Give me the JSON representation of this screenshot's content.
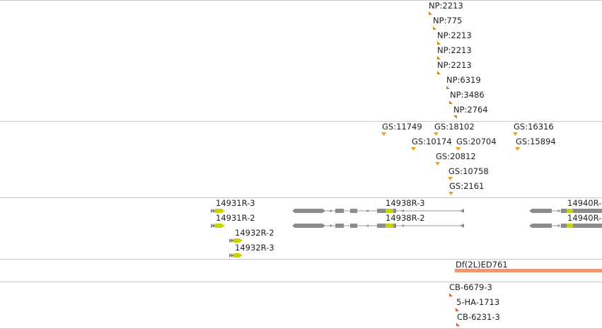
{
  "np_track": {
    "features": [
      {
        "label": "NP:2213"
      },
      {
        "label": "NP:775"
      },
      {
        "label": "NP:2213"
      },
      {
        "label": "NP:2213"
      },
      {
        "label": "NP:2213"
      },
      {
        "label": "NP:6319"
      },
      {
        "label": "NP:3486"
      },
      {
        "label": "NP:2764"
      }
    ],
    "color": "#c8900a"
  },
  "gs_track": {
    "features": [
      {
        "label": "GS:11749"
      },
      {
        "label": "GS:18102"
      },
      {
        "label": "GS:16316"
      },
      {
        "label": "GS:10174"
      },
      {
        "label": "GS:20704"
      },
      {
        "label": "GS:15894"
      },
      {
        "label": "GS:20812"
      },
      {
        "label": "GS:10758"
      },
      {
        "label": "GS:2161"
      }
    ],
    "color": "#f0a020"
  },
  "gene_track": {
    "transcripts": [
      {
        "label": "14931R-3"
      },
      {
        "label": "14931R-2"
      },
      {
        "label": "14932R-2"
      },
      {
        "label": "14932R-3"
      },
      {
        "label": "14938R-3"
      },
      {
        "label": "14938R-2"
      },
      {
        "label": "14940R-"
      },
      {
        "label": "14940R-"
      }
    ],
    "colors": {
      "intron": "#999999",
      "exon": "#8c8c8c",
      "cds": "#c8d400"
    }
  },
  "deficiency_track": {
    "label": "Df(2L)ED761",
    "color": "#f0966e"
  },
  "insertion_track": {
    "features": [
      {
        "label": "CB-6679-3"
      },
      {
        "label": "5-HA-1713"
      },
      {
        "label": "CB-6231-3"
      }
    ],
    "color": "#f05a28"
  }
}
